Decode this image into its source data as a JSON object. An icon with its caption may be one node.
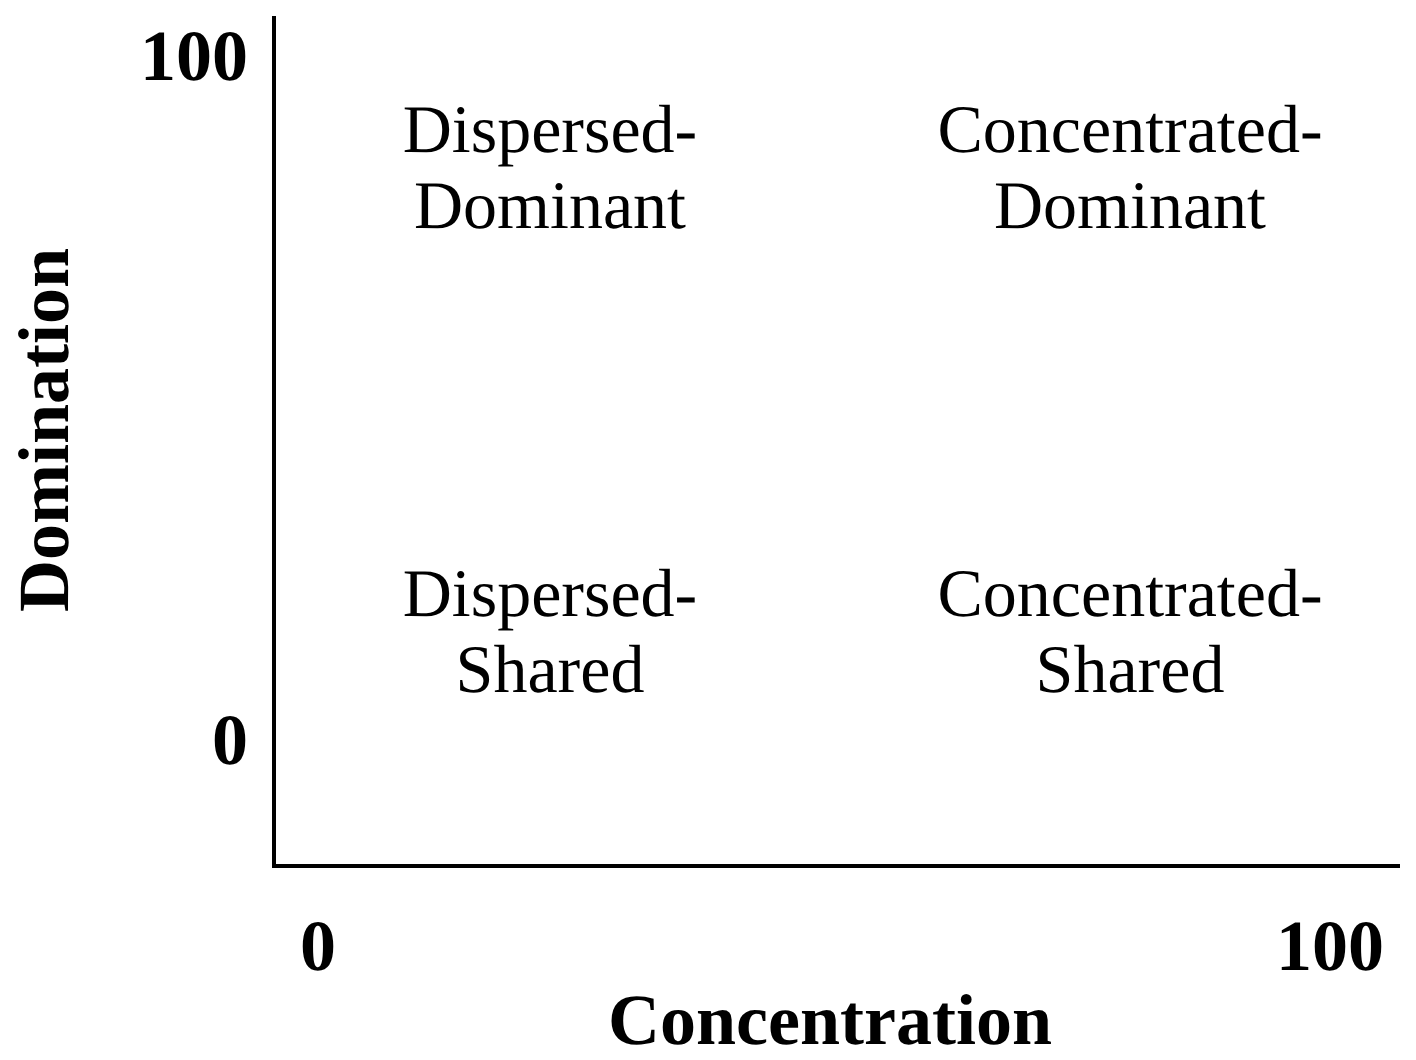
{
  "diagram": {
    "labels": [
      "100",
      "Dispersed- Dominant",
      "Concentrated- Dominant",
      "Dispersed- Shared",
      "Concentrated- Shared",
      "0",
      "0",
      "100",
      "Concentration",
      "Domination"
    ]
  }
}
